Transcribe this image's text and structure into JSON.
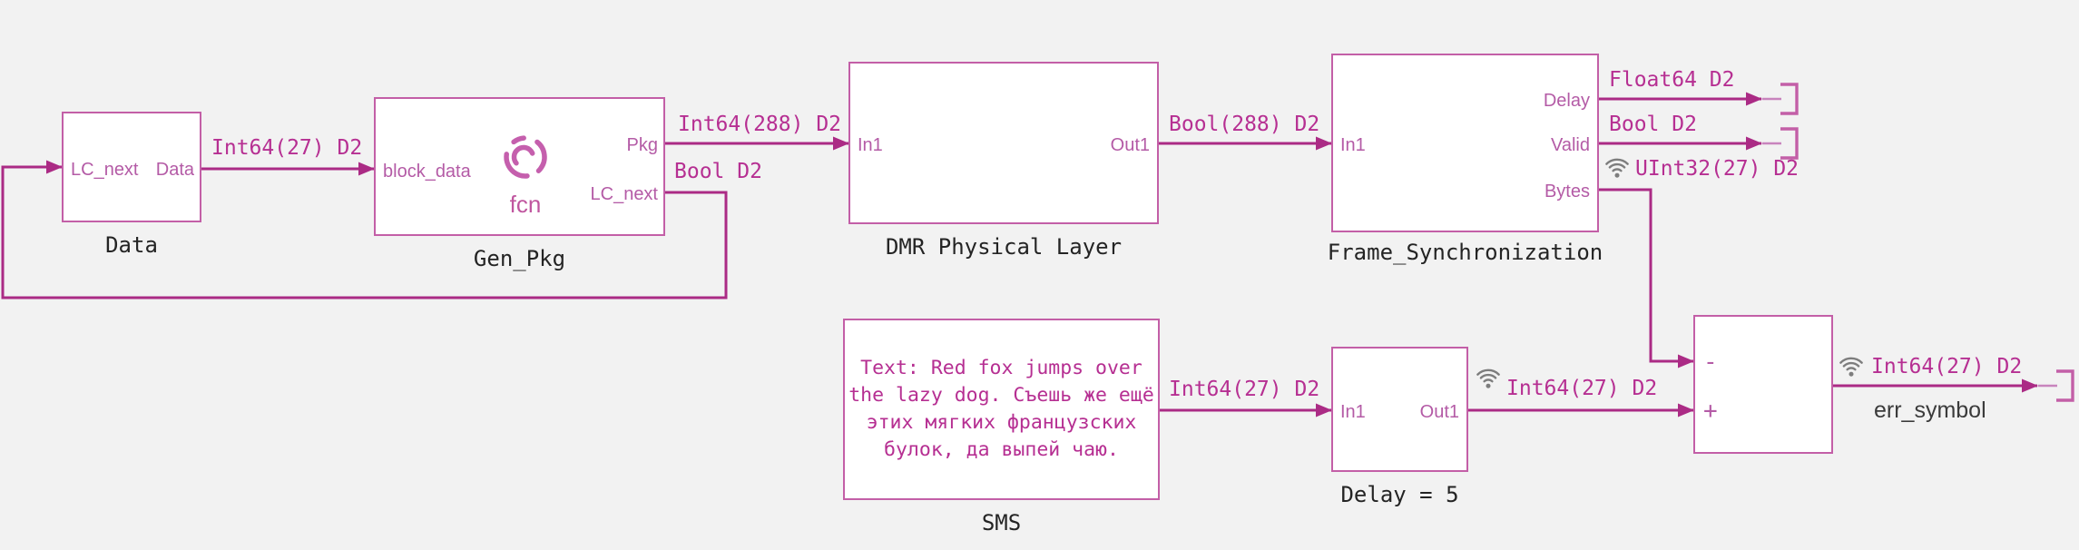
{
  "diagram": {
    "type_label": "Simulink model canvas",
    "bg_color": "#f2f2f2",
    "block_fill": "#ffffff",
    "block_border_color": "#c35fa7",
    "wire_color": "#ab2b85",
    "signal_text_color": "#b62f92",
    "port_text_color": "#b45ba6",
    "block_name_color": "#242424",
    "signal_name_color": "#3b3b3b",
    "logging_icon_color": "#7d7d7d"
  },
  "blocks": {
    "data": {
      "name": "Data",
      "port_in": "LC_next",
      "port_out": "Data"
    },
    "gen_pkg": {
      "name": "Gen_Pkg",
      "icon_caption": "fcn",
      "port_in": "block_data",
      "port_out_top": "Pkg",
      "port_out_bottom": "LC_next"
    },
    "dmr": {
      "name": "DMR Physical Layer",
      "port_in": "In1",
      "port_out": "Out1"
    },
    "frame_sync": {
      "name": "Frame_Synchronization",
      "port_in": "In1",
      "port_out_top": "Delay",
      "port_out_mid": "Valid",
      "port_out_bottom": "Bytes"
    },
    "sms": {
      "name": "SMS",
      "line1": "Text: Red fox jumps over",
      "line2": "the lazy dog. Съешь же ещё",
      "line3": "этих мягких французских",
      "line4": "булок, да выпей чаю."
    },
    "delay": {
      "name": "Delay = 5",
      "port_in": "In1",
      "port_out": "Out1"
    },
    "sum": {
      "port_minus": "-",
      "port_plus": "+"
    }
  },
  "signals": {
    "data_out": {
      "label": "Int64(27) D2"
    },
    "pkg": {
      "label": "Int64(288) D2"
    },
    "lc_next_fb": {
      "label": "Bool D2"
    },
    "dmr_out": {
      "label": "Bool(288) D2"
    },
    "fs_delay": {
      "label": "Float64 D2"
    },
    "fs_valid": {
      "label": "Bool D2"
    },
    "fs_bytes": {
      "label": "UInt32(27) D2",
      "logged": true
    },
    "sms_out": {
      "label": "Int64(27) D2"
    },
    "delay_out": {
      "label": "Int64(27) D2",
      "logged": true
    },
    "err": {
      "label": "Int64(27) D2",
      "logged": true,
      "name": "err_symbol"
    }
  }
}
